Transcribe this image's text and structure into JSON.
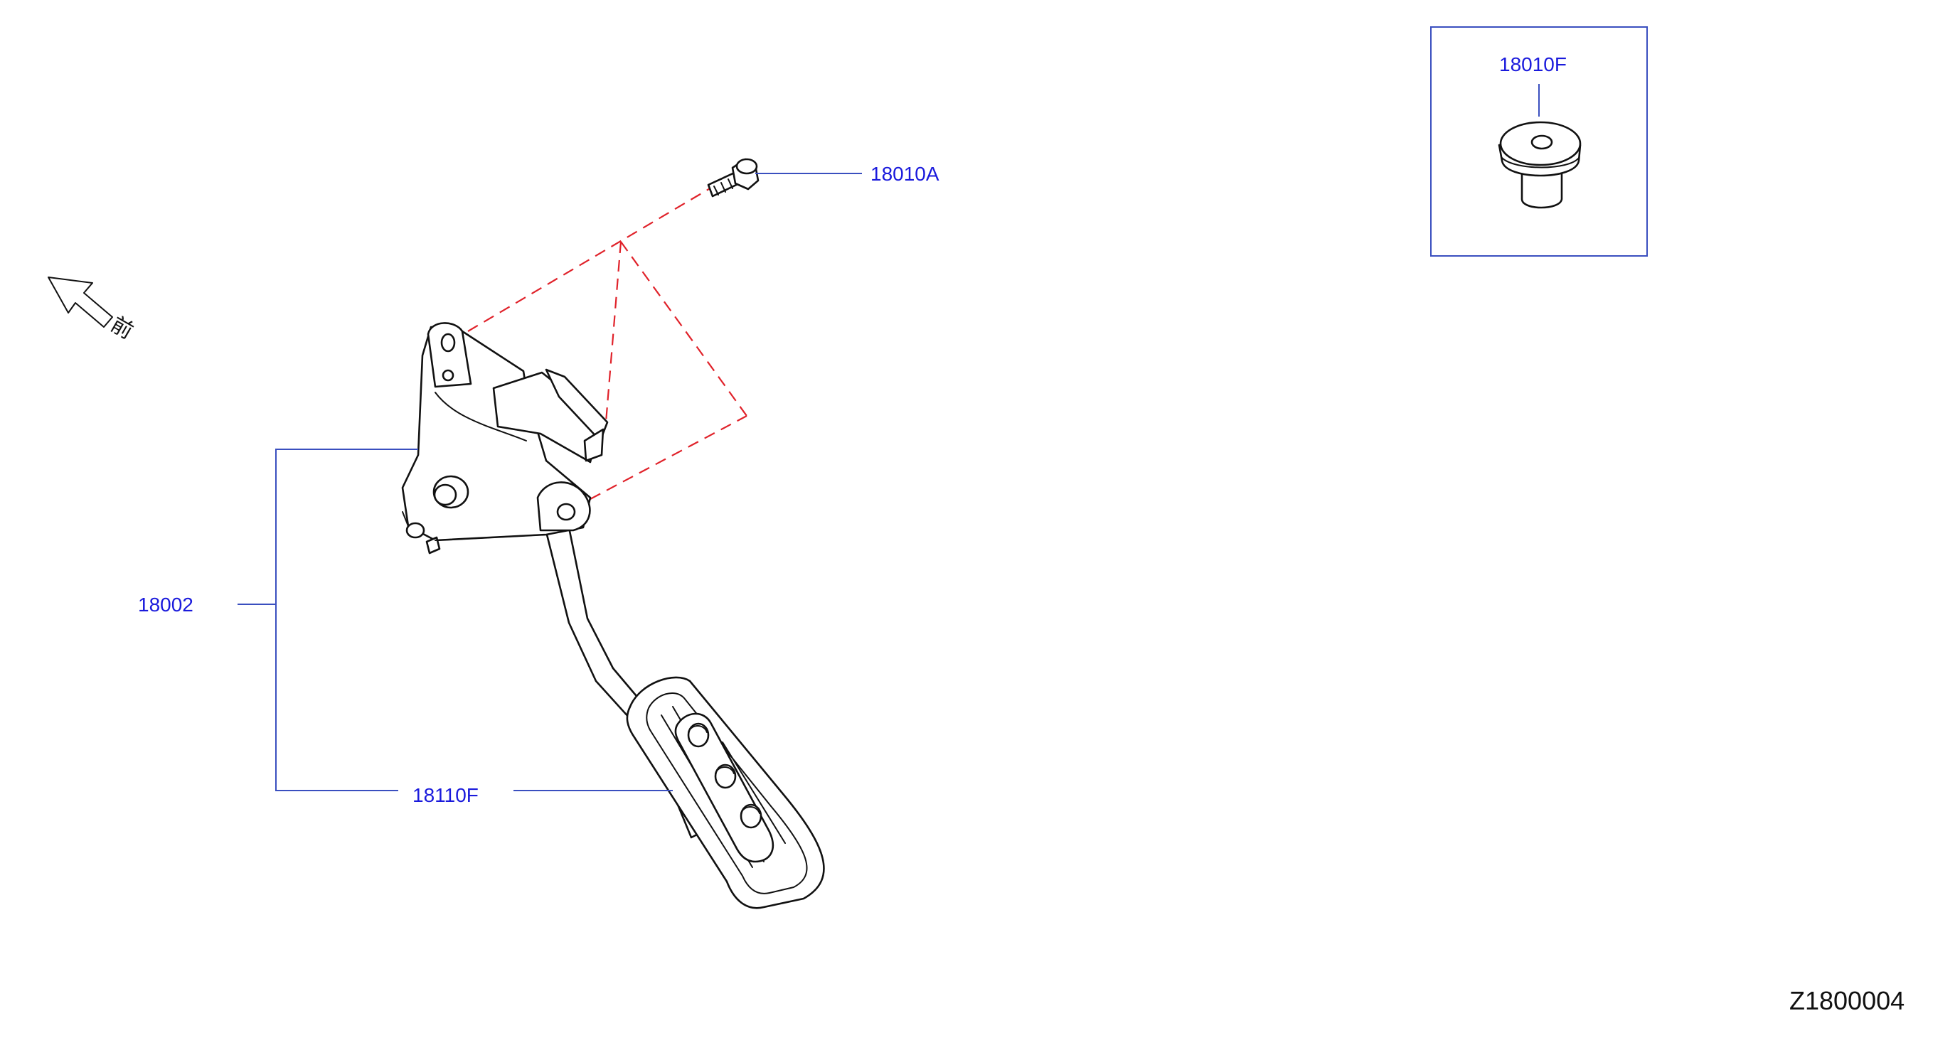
{
  "parts": {
    "bolt": "18010A",
    "assembly": "18002",
    "pad": "18110F",
    "stopper": "18010F"
  },
  "front_direction_label": "前",
  "diagram_code": "Z1800004",
  "colors": {
    "callout_text": "#1a1adc",
    "leader_line": "#3a4fbf",
    "assembly_line": "#e0222a",
    "outline": "#111111"
  }
}
